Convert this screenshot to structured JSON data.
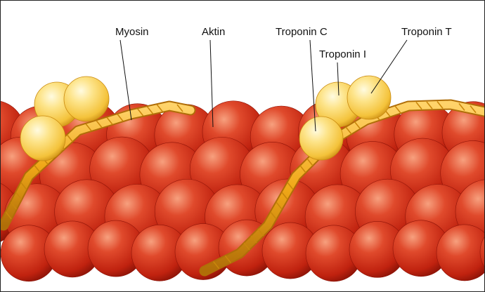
{
  "labels": {
    "myosin": "Myosin",
    "aktin": "Aktin",
    "troponin_c": "Troponin C",
    "troponin_i": "Troponin I",
    "troponin_t": "Troponin T"
  },
  "colors": {
    "actin_light": "#f07a5a",
    "actin_mid": "#d8321c",
    "actin_dark": "#8e1408",
    "troponin_light": "#fff8c0",
    "troponin_mid": "#f7c83c",
    "troponin_dark": "#c98a10",
    "strand": "#f0a818",
    "strand_dark": "#b06e08",
    "line": "#111111"
  }
}
